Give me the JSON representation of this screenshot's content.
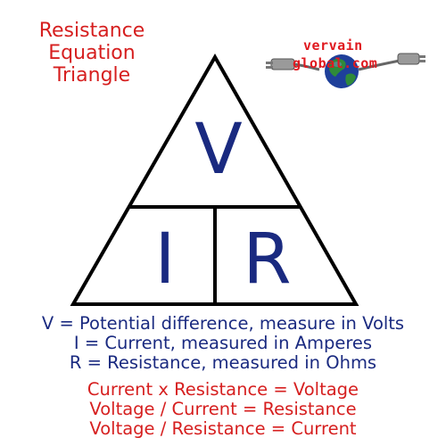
{
  "title": {
    "lines": [
      "Resistance",
      "Equation",
      "Triangle"
    ]
  },
  "logo": {
    "line1": "vervain",
    "line2": "global.com",
    "icon": "globe-icon",
    "colors": {
      "text": "#e0191f",
      "globe_blue": "#1e3f9a",
      "globe_green": "#2f8a3a"
    }
  },
  "triangle": {
    "top": "V",
    "bottom_left": "I",
    "bottom_right": "R"
  },
  "definitions": [
    "V = Potential difference, measure in Volts",
    "I = Current, measured in Amperes",
    "R = Resistance, measured in Ohms"
  ],
  "equations": [
    "Current x Resistance = Voltage",
    "Voltage / Current = Resistance",
    "Voltage / Resistance = Current"
  ],
  "colors": {
    "title": "#d61f1f",
    "letters": "#1a2a80",
    "definitions": "#1a2a80",
    "equations": "#d61f1f",
    "lines": "#000000"
  }
}
